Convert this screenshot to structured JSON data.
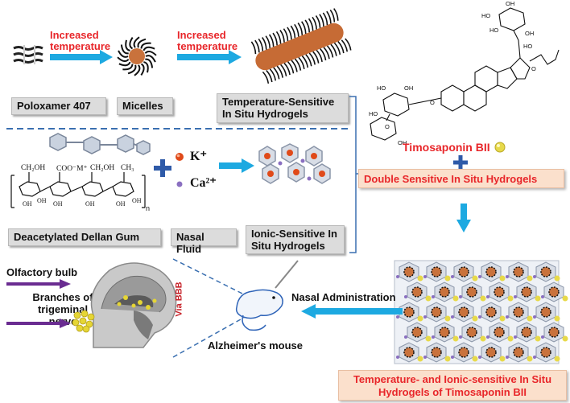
{
  "top_row": {
    "increased_temp_1": "Increased temperature",
    "increased_temp_2": "Increased temperature",
    "poloxamer_label": "Poloxamer 407",
    "micelles_label": "Micelles",
    "temp_hydrogels_label": "Temperature-Sensitive In Situ Hydrogels"
  },
  "middle_row": {
    "cation_k": "K⁺",
    "cation_ca": "Ca²⁺",
    "dellan_label": "Deacetylated Dellan Gum",
    "nasal_fluid_label": "Nasal Fluid",
    "ionic_hydrogels_label": "Ionic-Sensitive In Situ Hydrogels",
    "chem_groups": [
      "CH₂OH",
      "COO⁻M⁺",
      "CH₂OH",
      "CH₃"
    ],
    "subscript_n": "n"
  },
  "right_column": {
    "compound_name": "Timosaponin BII",
    "double_sensitive_label": "Double Sensitive In Situ Hydrogels",
    "final_hydrogel_label": "Temperature- and Ionic-sensitive In Situ Hydrogels of Timosaponin BII"
  },
  "bottom_row": {
    "olfactory_label": "Olfactory bulb",
    "trigeminal_label": "Branches of trigeminal nerve",
    "via_bbb": "Via BBB",
    "alzheimer_label": "Alzheimer's mouse",
    "nasal_admin_label": "Nasal Administration"
  },
  "colors": {
    "arrow_blue": "#1da9e1",
    "red_text": "#e8262a",
    "peach_box": "#fbe0cc",
    "grey_box": "#dcdcdc",
    "purple_arrow": "#6a2c91",
    "dash_blue": "#3a6fb0"
  }
}
